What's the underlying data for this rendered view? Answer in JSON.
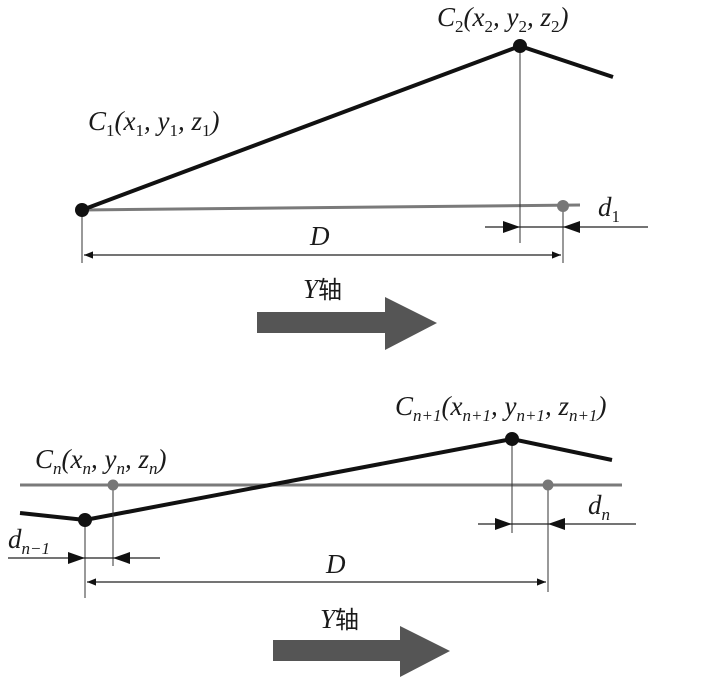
{
  "colors": {
    "curve": "#111111",
    "reference": "#7a7a7a",
    "arrow": "#555555",
    "dim": "#222222"
  },
  "top_panel": {
    "c1_label": [
      [
        "C",
        ""
      ],
      [
        "",
        "1"
      ],
      [
        "(x",
        ""
      ],
      [
        "",
        "1"
      ],
      [
        ", y",
        ""
      ],
      [
        "",
        "1"
      ],
      [
        ", z",
        ""
      ],
      [
        "",
        "1"
      ],
      [
        ")",
        ""
      ]
    ],
    "c2_label": [
      [
        "C",
        ""
      ],
      [
        "",
        "2"
      ],
      [
        "(x",
        ""
      ],
      [
        "",
        "2"
      ],
      [
        ", y",
        ""
      ],
      [
        "",
        "2"
      ],
      [
        ", z",
        ""
      ],
      [
        "",
        "2"
      ],
      [
        ")",
        ""
      ]
    ],
    "d_label": [
      [
        "d",
        ""
      ],
      [
        "",
        "1"
      ]
    ],
    "D_label": "D",
    "axis_label_letter": "Y",
    "axis_label_text": "轴"
  },
  "bottom_panel": {
    "cn_label": [
      [
        "C",
        ""
      ],
      [
        "",
        "n"
      ],
      [
        "(x",
        ""
      ],
      [
        "",
        "n"
      ],
      [
        ", y",
        ""
      ],
      [
        "",
        "n"
      ],
      [
        ", z",
        ""
      ],
      [
        "",
        "n"
      ],
      [
        ")",
        ""
      ]
    ],
    "cn1_label": [
      [
        "C",
        ""
      ],
      [
        "",
        "n+1"
      ],
      [
        "(x",
        ""
      ],
      [
        "",
        "n+1"
      ],
      [
        ", y",
        ""
      ],
      [
        "",
        "n+1"
      ],
      [
        ", z",
        ""
      ],
      [
        "",
        "n+1"
      ],
      [
        ")",
        ""
      ]
    ],
    "dn_label": [
      [
        "d",
        ""
      ],
      [
        "",
        "n"
      ]
    ],
    "dn1_label": [
      [
        "d",
        ""
      ],
      [
        "",
        "n−1"
      ]
    ],
    "D_label": "D",
    "axis_label_letter": "Y",
    "axis_label_text": "轴"
  }
}
